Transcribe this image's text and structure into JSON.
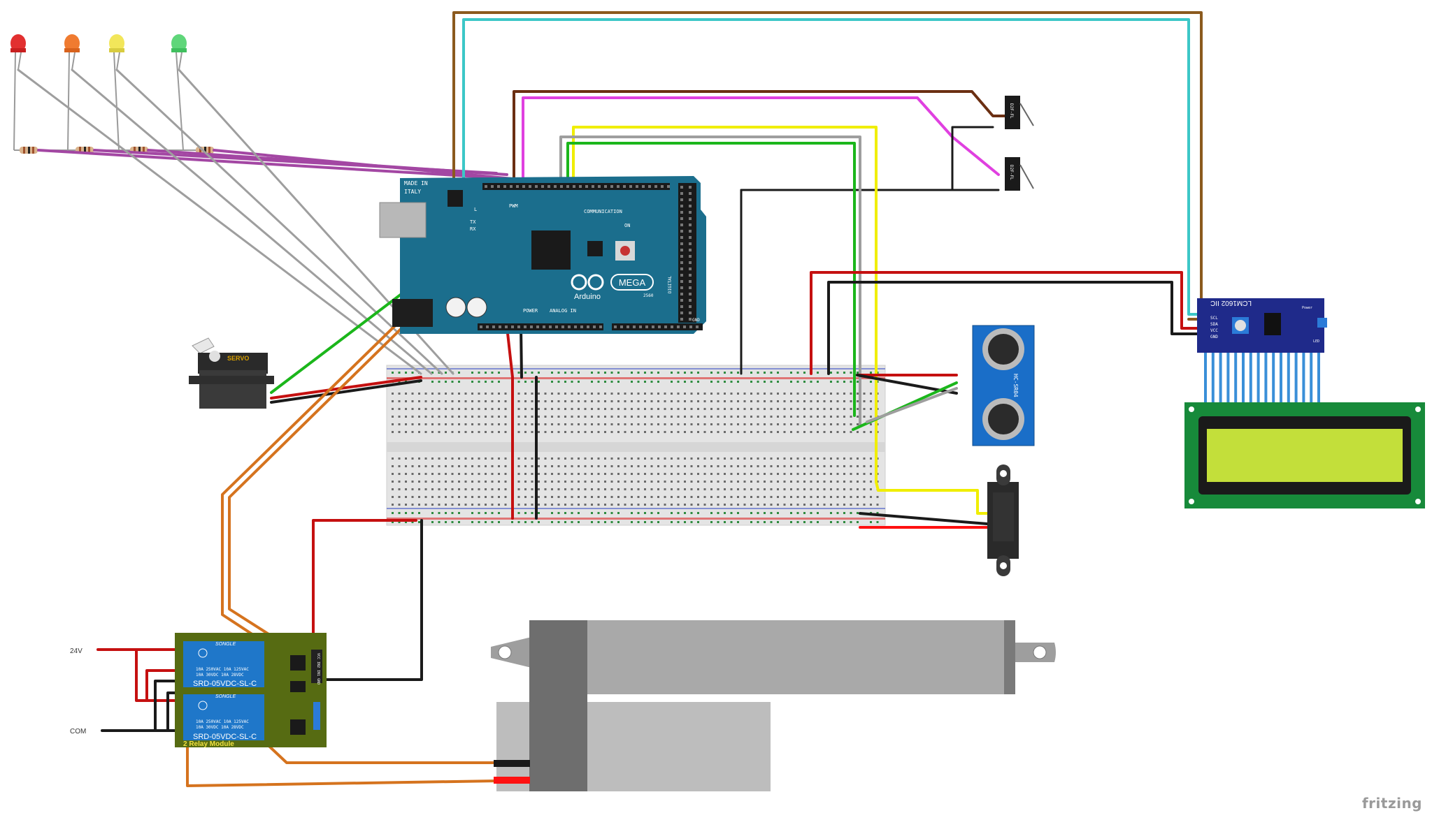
{
  "arduino": {
    "made_in": "MADE IN",
    "italy": "ITALY",
    "brand": "Arduino",
    "model": "MEGA",
    "model_sub": "2560",
    "communication": "COMMUNICATION",
    "pwm": "PWM",
    "power": "POWER",
    "analog_in": "ANALOG IN",
    "digital": "DIGITAL",
    "tx": "TX",
    "rx": "RX",
    "on": "ON",
    "l": "L",
    "gnd": "GND"
  },
  "servo": {
    "label": "SERVO"
  },
  "ultrasonic": {
    "label": "HC-SR04"
  },
  "lcd_backpack": {
    "label": "LCM1602 IIC",
    "pins": [
      "SCL",
      "SDA",
      "VCC",
      "GND"
    ],
    "power": "Power",
    "led": "LED"
  },
  "relay": {
    "brand": "SONGLE",
    "model": "SRD-05VDC-SL-C",
    "rating_1": "10A 250VAC  10A 125VAC",
    "rating_2": "10A  30VDC  10A  28VDC",
    "module_label": "2 Relay Module",
    "input_pins": "VCC IN2 IN1 GND"
  },
  "switches": {
    "label": "D2F-FL"
  },
  "labels": {
    "v24": "24V",
    "com": "COM"
  },
  "watermark": "fritzing",
  "colors": {
    "wire_purple": "#a347a3",
    "wire_gray": "#9e9e9e",
    "wire_brown": "#8b5a1e",
    "wire_cyan": "#3cc7c7",
    "wire_darkbrown": "#6b2f12",
    "wire_magenta": "#e040e0",
    "wire_yellow": "#f0ee00",
    "wire_green": "#1bb61b",
    "wire_red": "#c51010",
    "wire_black": "#1a1a1a",
    "wire_orange": "#d5731e",
    "board_teal": "#1b6e8d",
    "lcd_green": "#c3df3a",
    "relay_board": "#566b12",
    "relay_blue": "#1f77c9"
  }
}
